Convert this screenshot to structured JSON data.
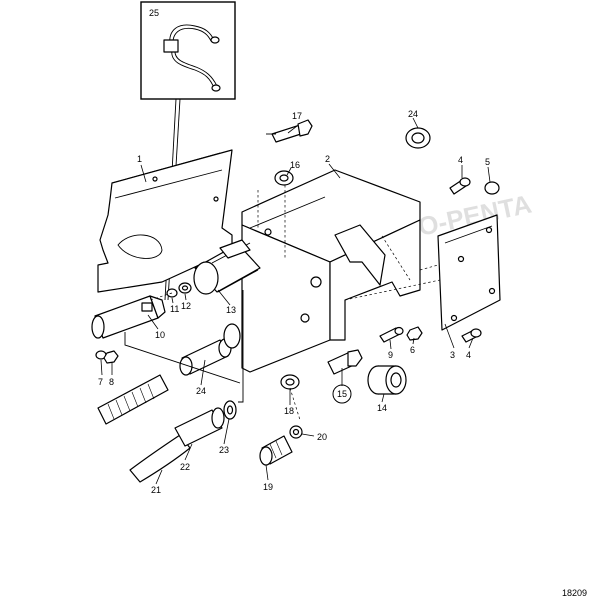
{
  "diagram": {
    "drawing_number": "18209",
    "part_labels": [
      "1",
      "2",
      "3",
      "4",
      "4",
      "5",
      "6",
      "7",
      "8",
      "9",
      "10",
      "11",
      "12",
      "13",
      "14",
      "15",
      "16",
      "17",
      "18",
      "19",
      "20",
      "21",
      "22",
      "23",
      "24",
      "24",
      "25"
    ],
    "circled_label": "15",
    "inset_label": "25"
  }
}
